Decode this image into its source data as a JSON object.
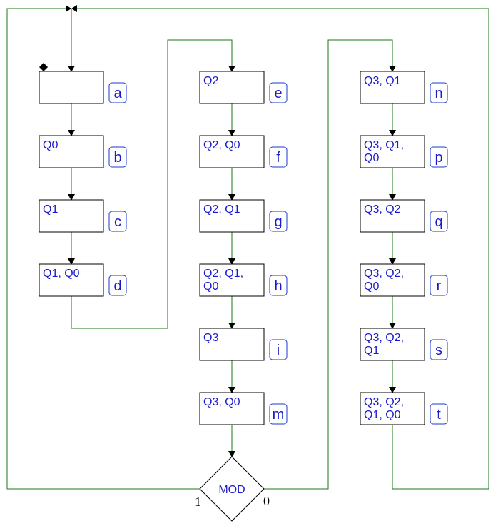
{
  "states": [
    {
      "id": "a",
      "outputs": []
    },
    {
      "id": "b",
      "outputs": [
        "Q0"
      ]
    },
    {
      "id": "c",
      "outputs": [
        "Q1"
      ]
    },
    {
      "id": "d",
      "outputs": [
        "Q1, Q0"
      ]
    },
    {
      "id": "e",
      "outputs": [
        "Q2"
      ]
    },
    {
      "id": "f",
      "outputs": [
        "Q2, Q0"
      ]
    },
    {
      "id": "g",
      "outputs": [
        "Q2, Q1"
      ]
    },
    {
      "id": "h",
      "outputs": [
        "Q2, Q1,",
        "Q0"
      ]
    },
    {
      "id": "i",
      "outputs": [
        "Q3"
      ]
    },
    {
      "id": "m",
      "outputs": [
        "Q3, Q0"
      ]
    },
    {
      "id": "n",
      "outputs": [
        "Q3, Q1"
      ]
    },
    {
      "id": "p",
      "outputs": [
        "Q3, Q1,",
        "Q0"
      ]
    },
    {
      "id": "q",
      "outputs": [
        "Q3, Q2"
      ]
    },
    {
      "id": "r",
      "outputs": [
        "Q3, Q2,",
        "Q0"
      ]
    },
    {
      "id": "s",
      "outputs": [
        "Q3, Q2,",
        "Q1"
      ]
    },
    {
      "id": "t",
      "outputs": [
        "Q3, Q2,",
        "Q1, Q0"
      ]
    }
  ],
  "decision": {
    "label": "MOD",
    "true_label": "1",
    "false_label": "0"
  },
  "colors": {
    "wire": "#1a7a1a",
    "text": "#1a1acc",
    "tag_border": "#1a3ad1",
    "box_border": "#000000"
  }
}
